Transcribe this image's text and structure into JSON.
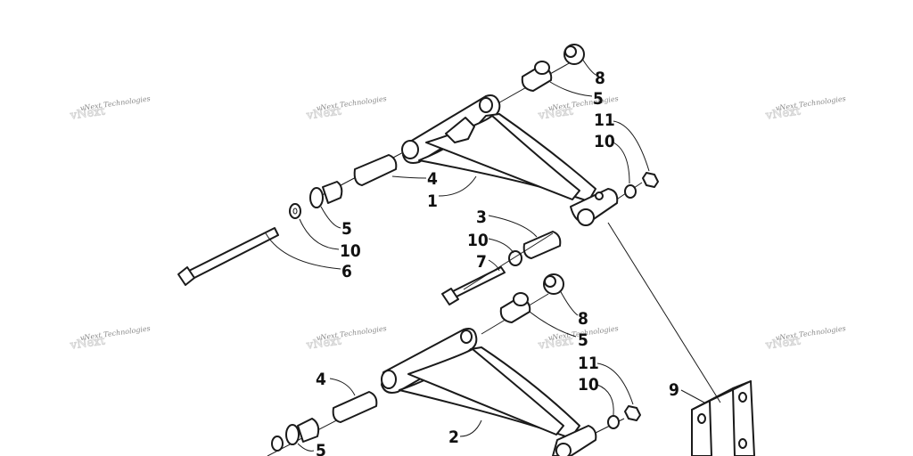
{
  "watermark": {
    "text": "vNext Technologies"
  },
  "callouts": [
    {
      "label": "8"
    },
    {
      "label": "5"
    },
    {
      "label": "11"
    },
    {
      "label": "10"
    },
    {
      "label": "4"
    },
    {
      "label": "1"
    },
    {
      "label": "5"
    },
    {
      "label": "10"
    },
    {
      "label": "6"
    },
    {
      "label": "3"
    },
    {
      "label": "10"
    },
    {
      "label": "7"
    },
    {
      "label": "8"
    },
    {
      "label": "5"
    },
    {
      "label": "11"
    },
    {
      "label": "10"
    },
    {
      "label": "4"
    },
    {
      "label": "9"
    },
    {
      "label": "2"
    },
    {
      "label": "5"
    }
  ],
  "colors": {
    "line": "#1a1a1a",
    "watermark": "#8a8a8a"
  }
}
